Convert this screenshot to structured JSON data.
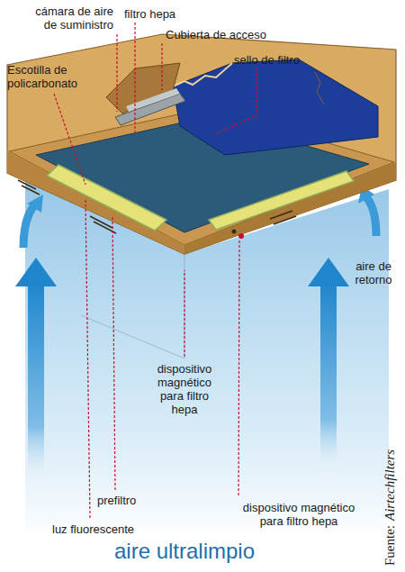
{
  "diagram": {
    "labels": [
      "cámara de aire de suministro",
      "filtro hepa",
      "Cubierta de acceso",
      "sello de filtro",
      "Escotilla de policarbonato",
      "aire de retorno",
      "dispositivo magnético para filtro hepa",
      "prefiltro",
      "dispositivo magnético para filtro hepa",
      "luz fluorescente",
      "aire ultralimpio",
      "Fuente:",
      "Airtechfilters"
    ]
  }
}
